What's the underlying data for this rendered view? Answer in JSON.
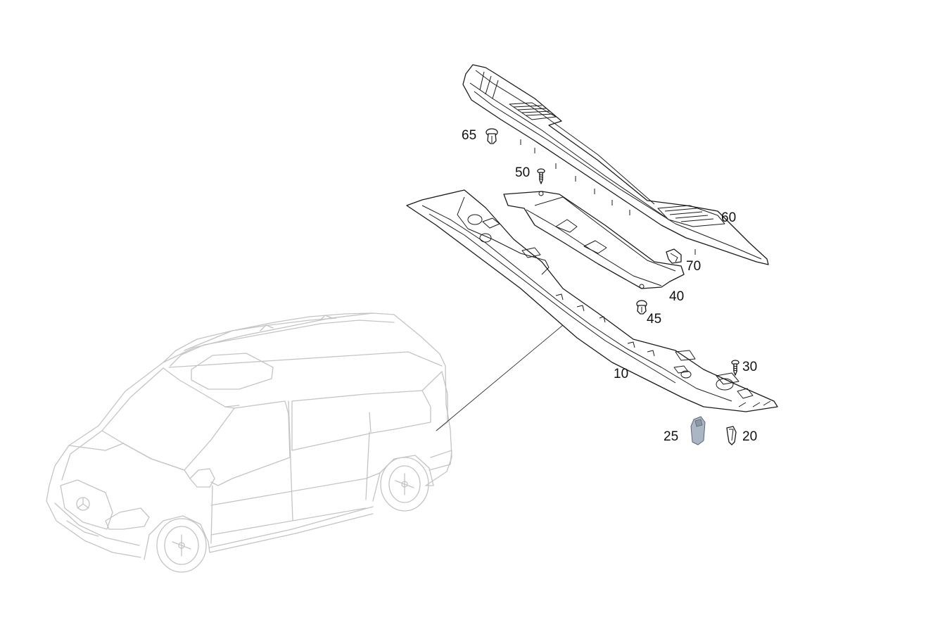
{
  "parts": [
    {
      "number": "10",
      "name": "sill-trim-panel"
    },
    {
      "number": "20",
      "name": "clip"
    },
    {
      "number": "25",
      "name": "speed-nut"
    },
    {
      "number": "30",
      "name": "screw"
    },
    {
      "number": "40",
      "name": "insert-plate"
    },
    {
      "number": "45",
      "name": "expanding-rivet"
    },
    {
      "number": "50",
      "name": "screw"
    },
    {
      "number": "60",
      "name": "sill-cover"
    },
    {
      "number": "65",
      "name": "expanding-rivet"
    },
    {
      "number": "70",
      "name": "clip"
    }
  ],
  "colors": {
    "line": "#1a1a1a",
    "van_outline": "#c4c4c4",
    "clip_fill": "#aab6c4"
  }
}
